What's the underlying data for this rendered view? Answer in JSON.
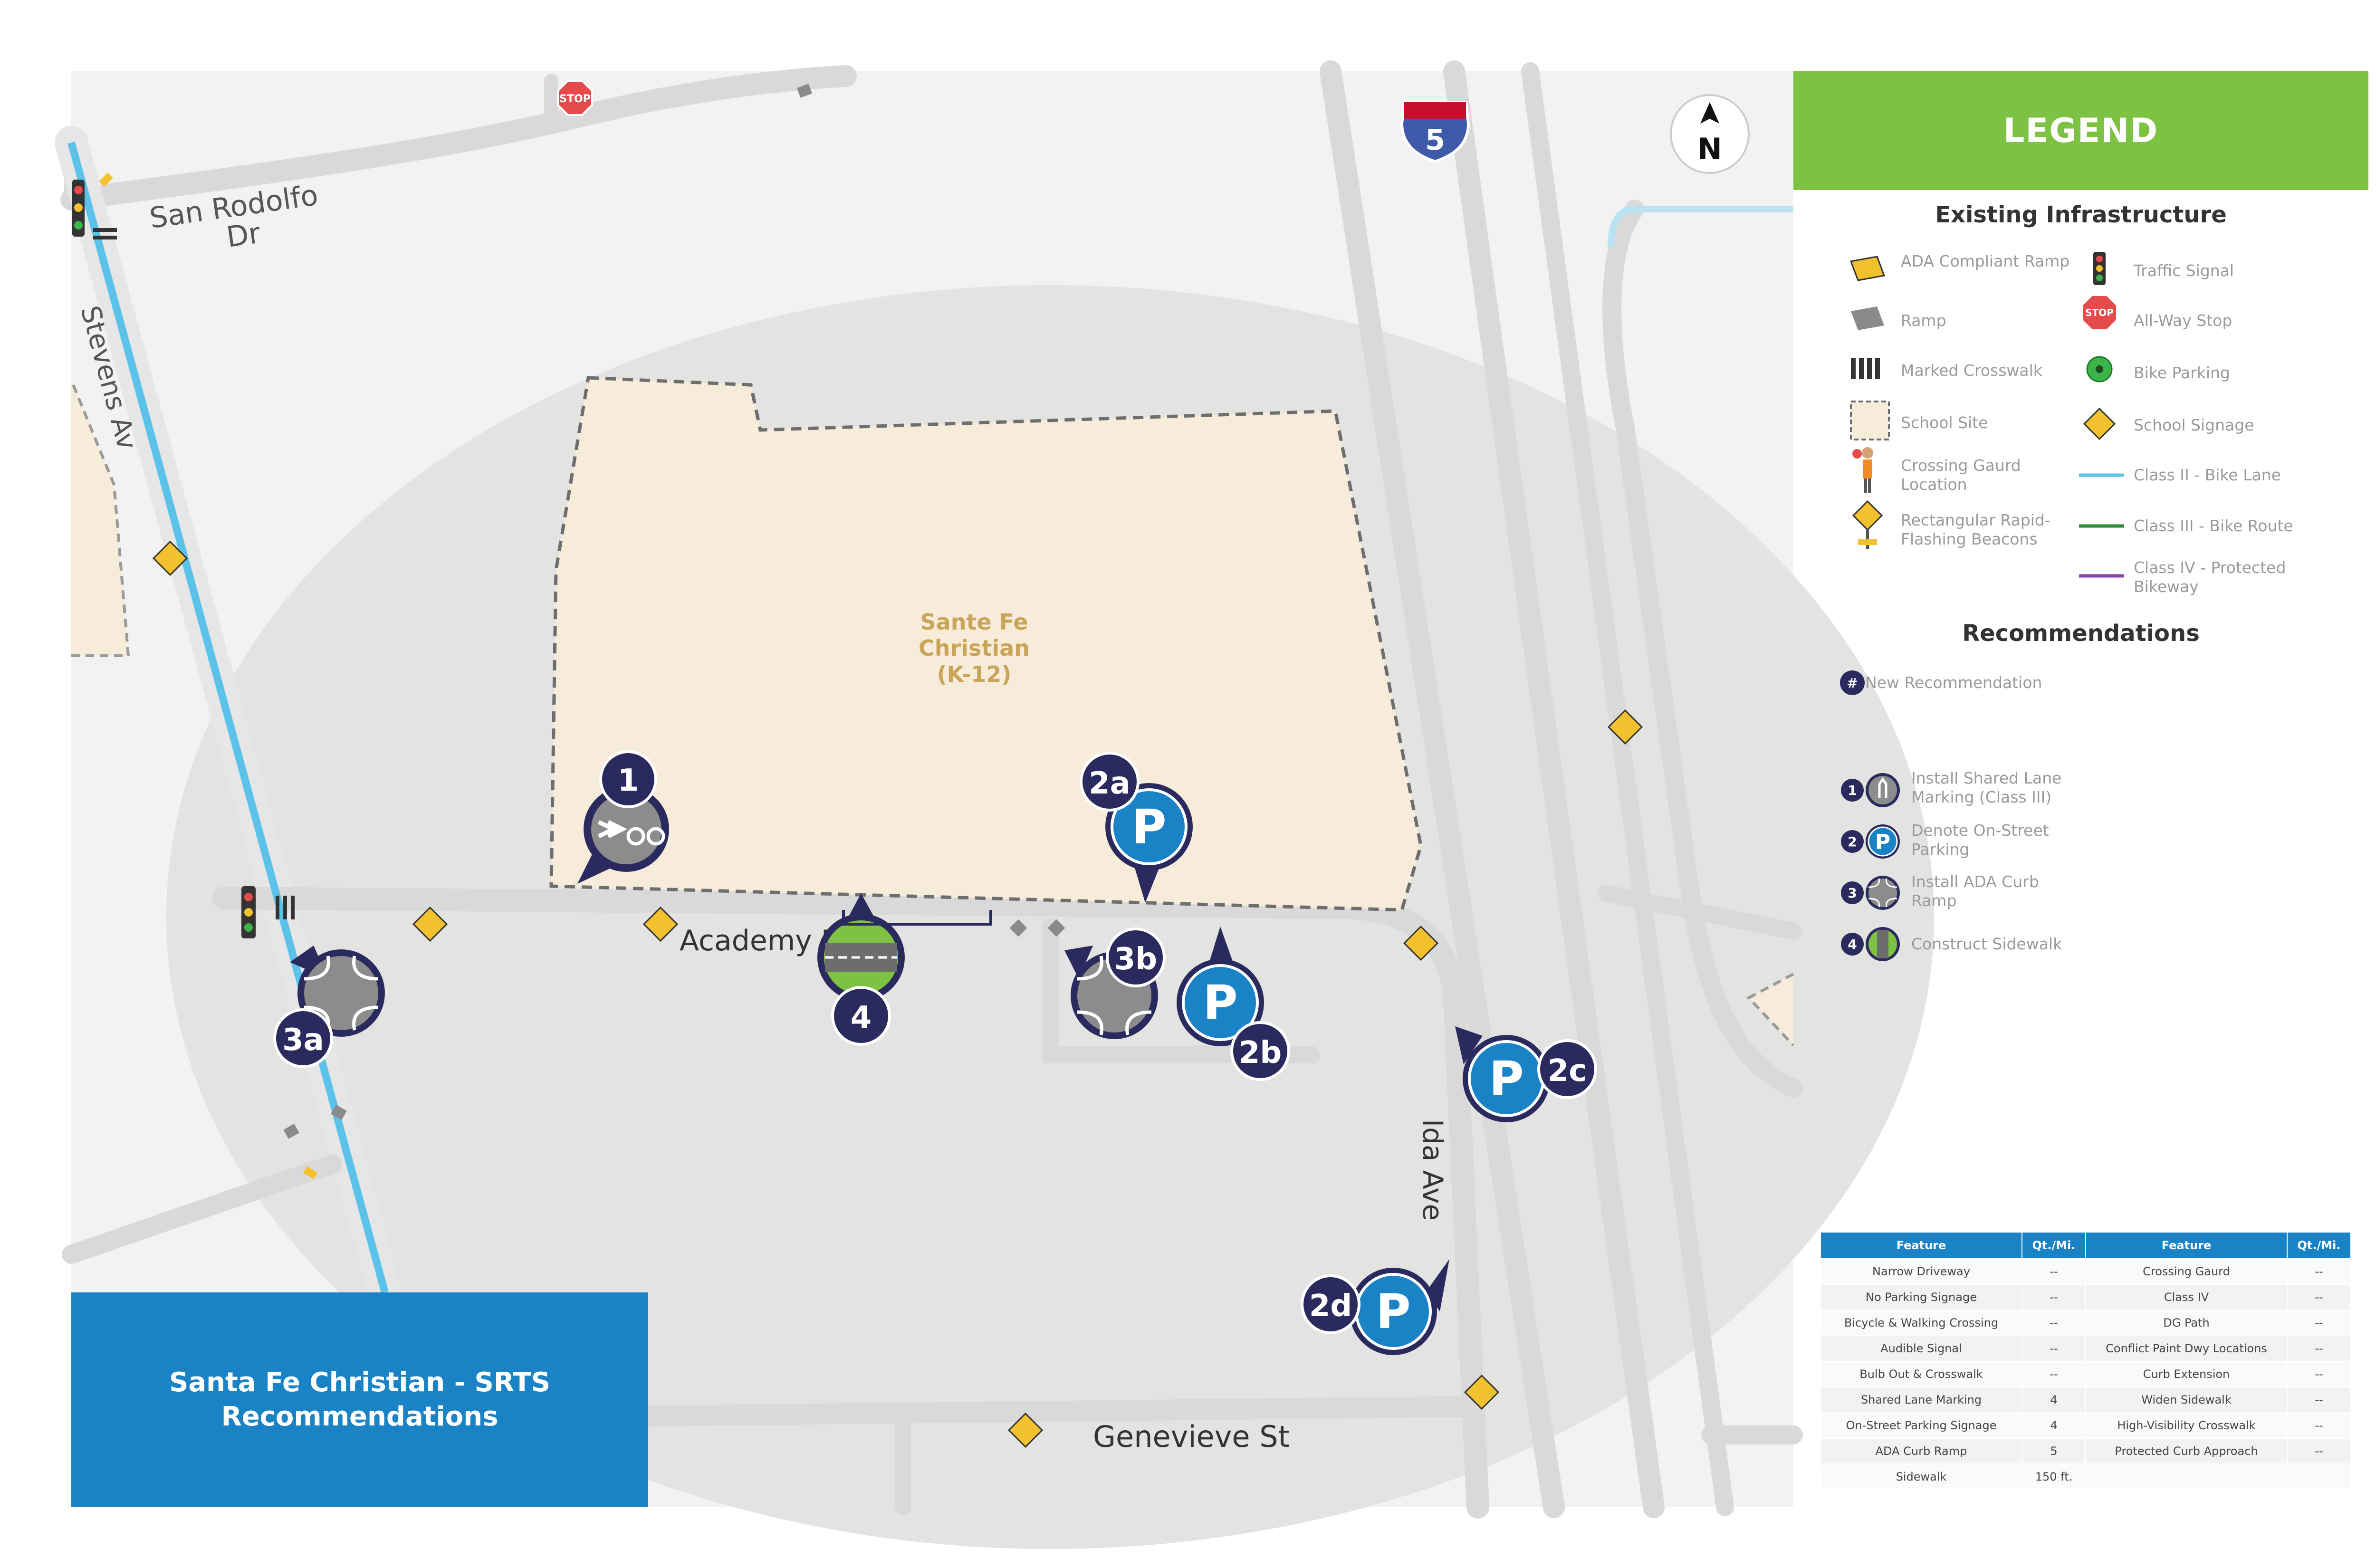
{
  "map": {
    "streets": {
      "san_rodolfo_line1": "San Rodolfo",
      "san_rodolfo_line2": "Dr",
      "stevens": "Stevens Av",
      "academy": "Academy Dr",
      "ida": "Ida Ave",
      "genevieve": "Genevieve St"
    },
    "school_name_lines": [
      "Sante Fe",
      "Christian",
      "(K-12)"
    ],
    "interstate_shield": "5",
    "stop_sign_text": "STOP",
    "north_label": "N",
    "markers": [
      {
        "id": "1",
        "icon": "bike-sharrow-icon"
      },
      {
        "id": "2a",
        "icon": "parking-icon"
      },
      {
        "id": "2b",
        "icon": "parking-icon"
      },
      {
        "id": "2c",
        "icon": "parking-icon"
      },
      {
        "id": "2d",
        "icon": "parking-icon"
      },
      {
        "id": "3a",
        "icon": "curb-ramp-icon"
      },
      {
        "id": "3b",
        "icon": "curb-ramp-icon"
      },
      {
        "id": "4",
        "icon": "sidewalk-icon"
      }
    ],
    "parking_letter": "P",
    "colors": {
      "school_site": "#f7ecd9",
      "buffer": "#e3e3e1",
      "road": "#d9d9d9",
      "bike_lane": "#5bc3ea",
      "marker_navy": "#2b2a5e",
      "parking_blue": "#1a83c6",
      "sidewalk_green": "#7dc242"
    }
  },
  "legend": {
    "title": "LEGEND",
    "existing_heading": "Existing Infrastructure",
    "existing_left": [
      {
        "label": "ADA Compliant Ramp",
        "icon": "ada-ramp-icon"
      },
      {
        "label": "Ramp",
        "icon": "ramp-icon"
      },
      {
        "label": "Marked Crosswalk",
        "icon": "crosswalk-icon"
      },
      {
        "label": "School Site",
        "icon": "school-site-icon"
      },
      {
        "label": "Crossing Gaurd Location",
        "icon": "crossing-guard-icon"
      },
      {
        "label": "Rectangular Rapid-Flashing Beacons",
        "icon": "rrfb-icon"
      }
    ],
    "existing_right": [
      {
        "label": "Traffic Signal",
        "icon": "traffic-signal-icon"
      },
      {
        "label": "All-Way Stop",
        "icon": "stop-sign-icon"
      },
      {
        "label": "Bike Parking",
        "icon": "bike-parking-icon"
      },
      {
        "label": "School Signage",
        "icon": "school-sign-icon"
      },
      {
        "label": "Class II - Bike Lane",
        "color": "#5bc3ea"
      },
      {
        "label": "Class III - Bike Route",
        "color": "#2e8b3e"
      },
      {
        "label": "Class IV - Protected Bikeway",
        "color": "#8e44ad"
      }
    ],
    "recommendations_heading": "Recommendations",
    "new_rec": {
      "symbol": "#",
      "label": "New Recommendation"
    },
    "rec_items": [
      {
        "num": "1",
        "label": "Install Shared Lane Marking (Class III)",
        "icon": "sharrow-icon"
      },
      {
        "num": "2",
        "label": "Denote On-Street Parking",
        "icon": "parking-icon"
      },
      {
        "num": "3",
        "label": "Install ADA Curb Ramp",
        "icon": "curb-ramp-icon"
      },
      {
        "num": "4",
        "label": "Construct Sidewalk",
        "icon": "sidewalk-icon"
      }
    ]
  },
  "title": {
    "line1": "Santa Fe Christian - SRTS",
    "line2": "Recommendations"
  },
  "table": {
    "headers": [
      "Feature",
      "Qt./Mi.",
      "Feature",
      "Qt./Mi."
    ],
    "rows": [
      [
        "Narrow Driveway",
        "--",
        "Crossing Gaurd",
        "--"
      ],
      [
        "No Parking Signage",
        "--",
        "Class IV",
        "--"
      ],
      [
        "Bicycle & Walking Crossing",
        "--",
        "DG Path",
        "--"
      ],
      [
        "Audible Signal",
        "--",
        "Conflict Paint Dwy Locations",
        "--"
      ],
      [
        "Bulb Out & Crosswalk",
        "--",
        "Curb Extension",
        "--"
      ],
      [
        "Shared Lane Marking",
        "4",
        "Widen Sidewalk",
        "--"
      ],
      [
        "On-Street Parking Signage",
        "4",
        "High-Visibility Crosswalk",
        "--"
      ],
      [
        "ADA Curb Ramp",
        "5",
        "Protected Curb Approach",
        "--"
      ],
      [
        "Sidewalk",
        "150 ft.",
        "",
        ""
      ]
    ]
  }
}
